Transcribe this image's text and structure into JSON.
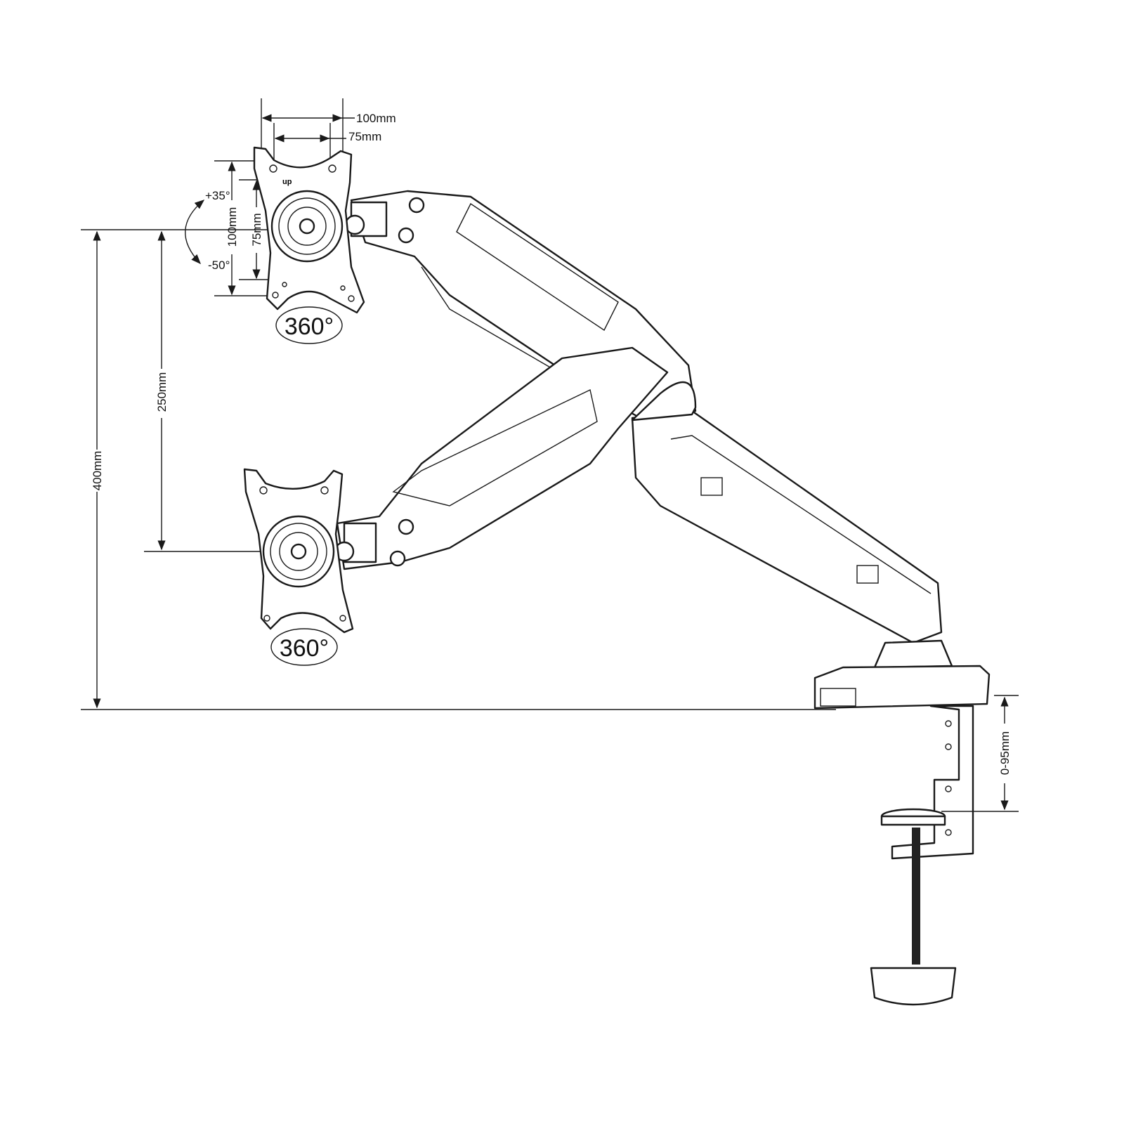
{
  "dimensions": {
    "vesa_width_large": "100mm",
    "vesa_width_small": "75mm",
    "vesa_height_large": "100mm",
    "vesa_height_small": "75mm",
    "tilt_up": "+35°",
    "tilt_down": "-50°",
    "rotation_top": "360°",
    "rotation_bottom": "360°",
    "arm_height_range": "250mm",
    "max_height": "400mm",
    "clamp_thickness": "0-95mm"
  },
  "logo_text": "up"
}
